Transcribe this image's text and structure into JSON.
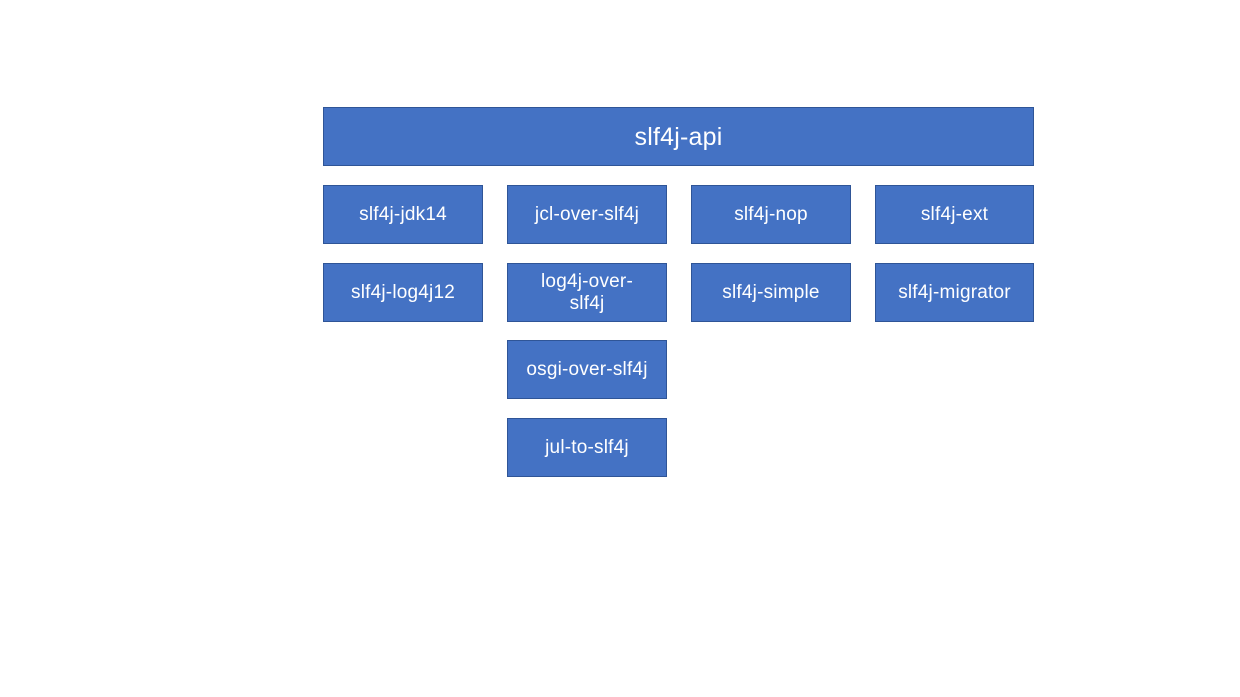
{
  "diagram": {
    "api": "slf4j-api",
    "modules": {
      "jdk14": "slf4j-jdk14",
      "log4j12": "slf4j-log4j12",
      "jcl_over": "jcl-over-slf4j",
      "log4j_over": "log4j-over-slf4j",
      "osgi_over": "osgi-over-slf4j",
      "jul_to": "jul-to-slf4j",
      "nop": "slf4j-nop",
      "simple": "slf4j-simple",
      "ext": "slf4j-ext",
      "migrator": "slf4j-migrator"
    },
    "colors": {
      "box_fill": "#4472c4",
      "box_border": "#2f5597",
      "text": "#ffffff",
      "background": "#ffffff"
    }
  }
}
